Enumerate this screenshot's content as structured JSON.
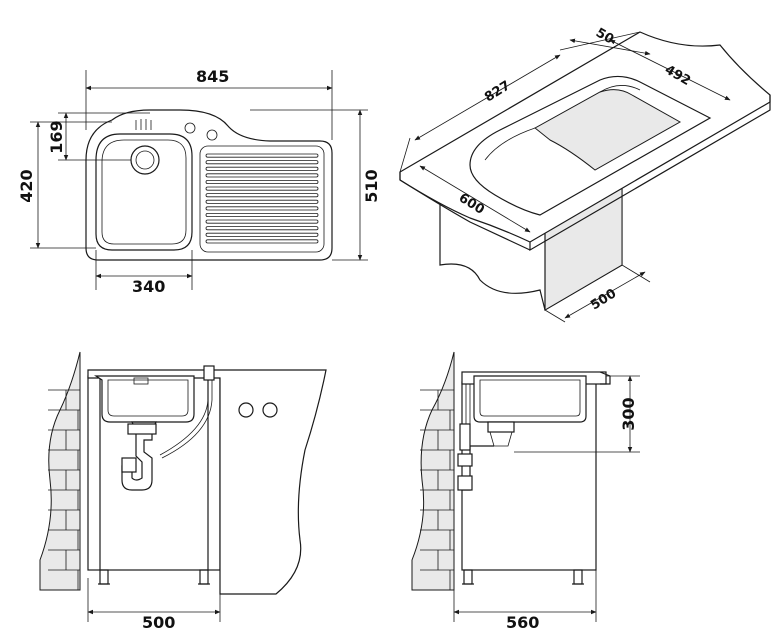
{
  "dimensions": {
    "top_width": "845",
    "top_height": "510",
    "bowl_height": "420",
    "tap_offset": "169",
    "bowl_width": "340",
    "iso_length": "827",
    "iso_edge": "50",
    "iso_depth": "492",
    "iso_front": "600",
    "iso_cabinet": "500",
    "front_cabinet": "500",
    "side_cabinet": "560",
    "side_height": "300"
  }
}
